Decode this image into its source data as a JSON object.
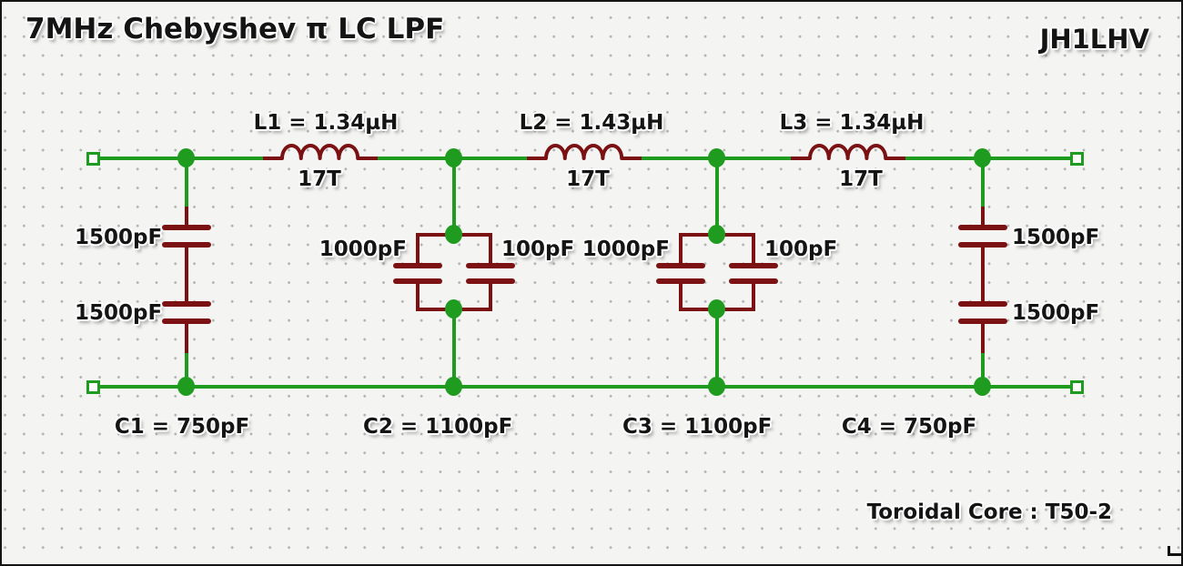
{
  "title": "7MHz Chebyshev π LC LPF",
  "callsign": "JH1LHV",
  "core_note": "Toroidal Core : T50-2",
  "inductors": [
    {
      "name": "L1",
      "label": "L1 = 1.34µH",
      "turns": "17T"
    },
    {
      "name": "L2",
      "label": "L2 = 1.43µH",
      "turns": "17T"
    },
    {
      "name": "L3",
      "label": "L3 = 1.34µH",
      "turns": "17T"
    }
  ],
  "capacitor_labels": {
    "c1_top": "1500pF",
    "c1_bottom": "1500pF",
    "c2_left": "1000pF",
    "c2_right": "100pF",
    "c3_left": "1000pF",
    "c3_right": "100pF",
    "c4_top": "1500pF",
    "c4_bottom": "1500pF"
  },
  "net_labels": {
    "c1": "C1 = 750pF",
    "c2": "C2 = 1100pF",
    "c3": "C3 = 1100pF",
    "c4": "C4 = 750pF"
  },
  "colors": {
    "wire": "#1f9c20",
    "component": "#7b1113",
    "text": "#141414",
    "background": "#f4f4f2",
    "grid_dot": "#b2b2b2"
  }
}
